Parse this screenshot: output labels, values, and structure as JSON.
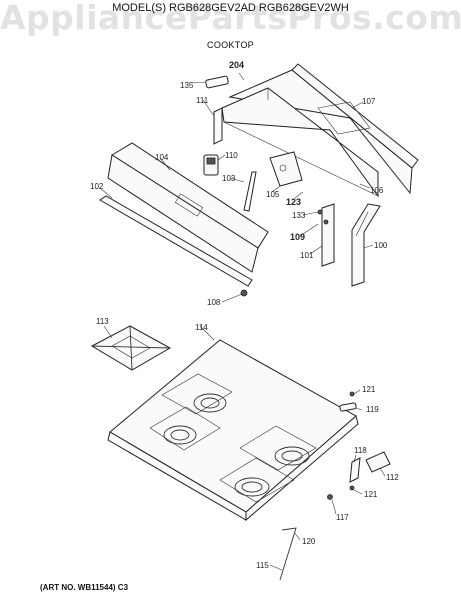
{
  "header": {
    "watermark": "AppliancePartsPros.com",
    "model_line": "MODEL(S) RGB628GEV2AD  RGB628GEV2WH",
    "section": "COOKTOP"
  },
  "footer": {
    "art_number": "(ART NO. WB11544) C3"
  },
  "parts": {
    "p100": "100",
    "p101": "101",
    "p102": "102",
    "p103": "103",
    "p104": "104",
    "p105": "105",
    "p106": "106",
    "p107": "107",
    "p108": "108",
    "p109": "109",
    "p110": "110",
    "p111": "111",
    "p112": "112",
    "p113": "113",
    "p114": "114",
    "p115": "115",
    "p117": "117",
    "p118": "118",
    "p119": "119",
    "p120": "120",
    "p121a": "121",
    "p121b": "121",
    "p123": "123",
    "p133": "133",
    "p135": "135",
    "p204": "204"
  }
}
